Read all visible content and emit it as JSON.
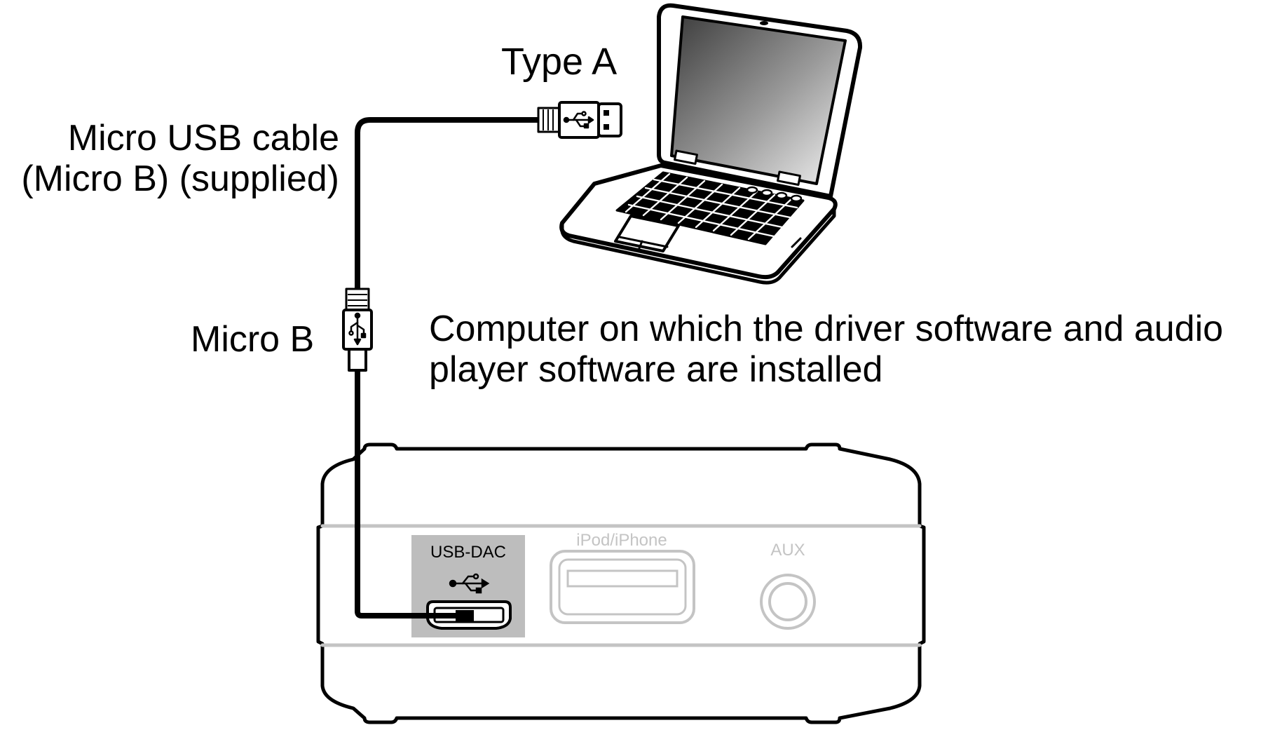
{
  "labels": {
    "type_a": "Type A",
    "cable_line1": "Micro USB cable",
    "cable_line2": "(Micro B) (supplied)",
    "micro_b": "Micro B",
    "computer_line1": "Computer on which the driver software and audio",
    "computer_line2": "player software are installed"
  },
  "device": {
    "port_usb_dac": "USB-DAC",
    "port_ipod": "iPod/iPhone",
    "port_aux": "AUX"
  },
  "colors": {
    "ink": "#000000",
    "highlight": "#bdbdbd",
    "faded": "#c4c4c4",
    "screen_dark": "#5a5a5a",
    "screen_light": "#e6e6e6"
  }
}
